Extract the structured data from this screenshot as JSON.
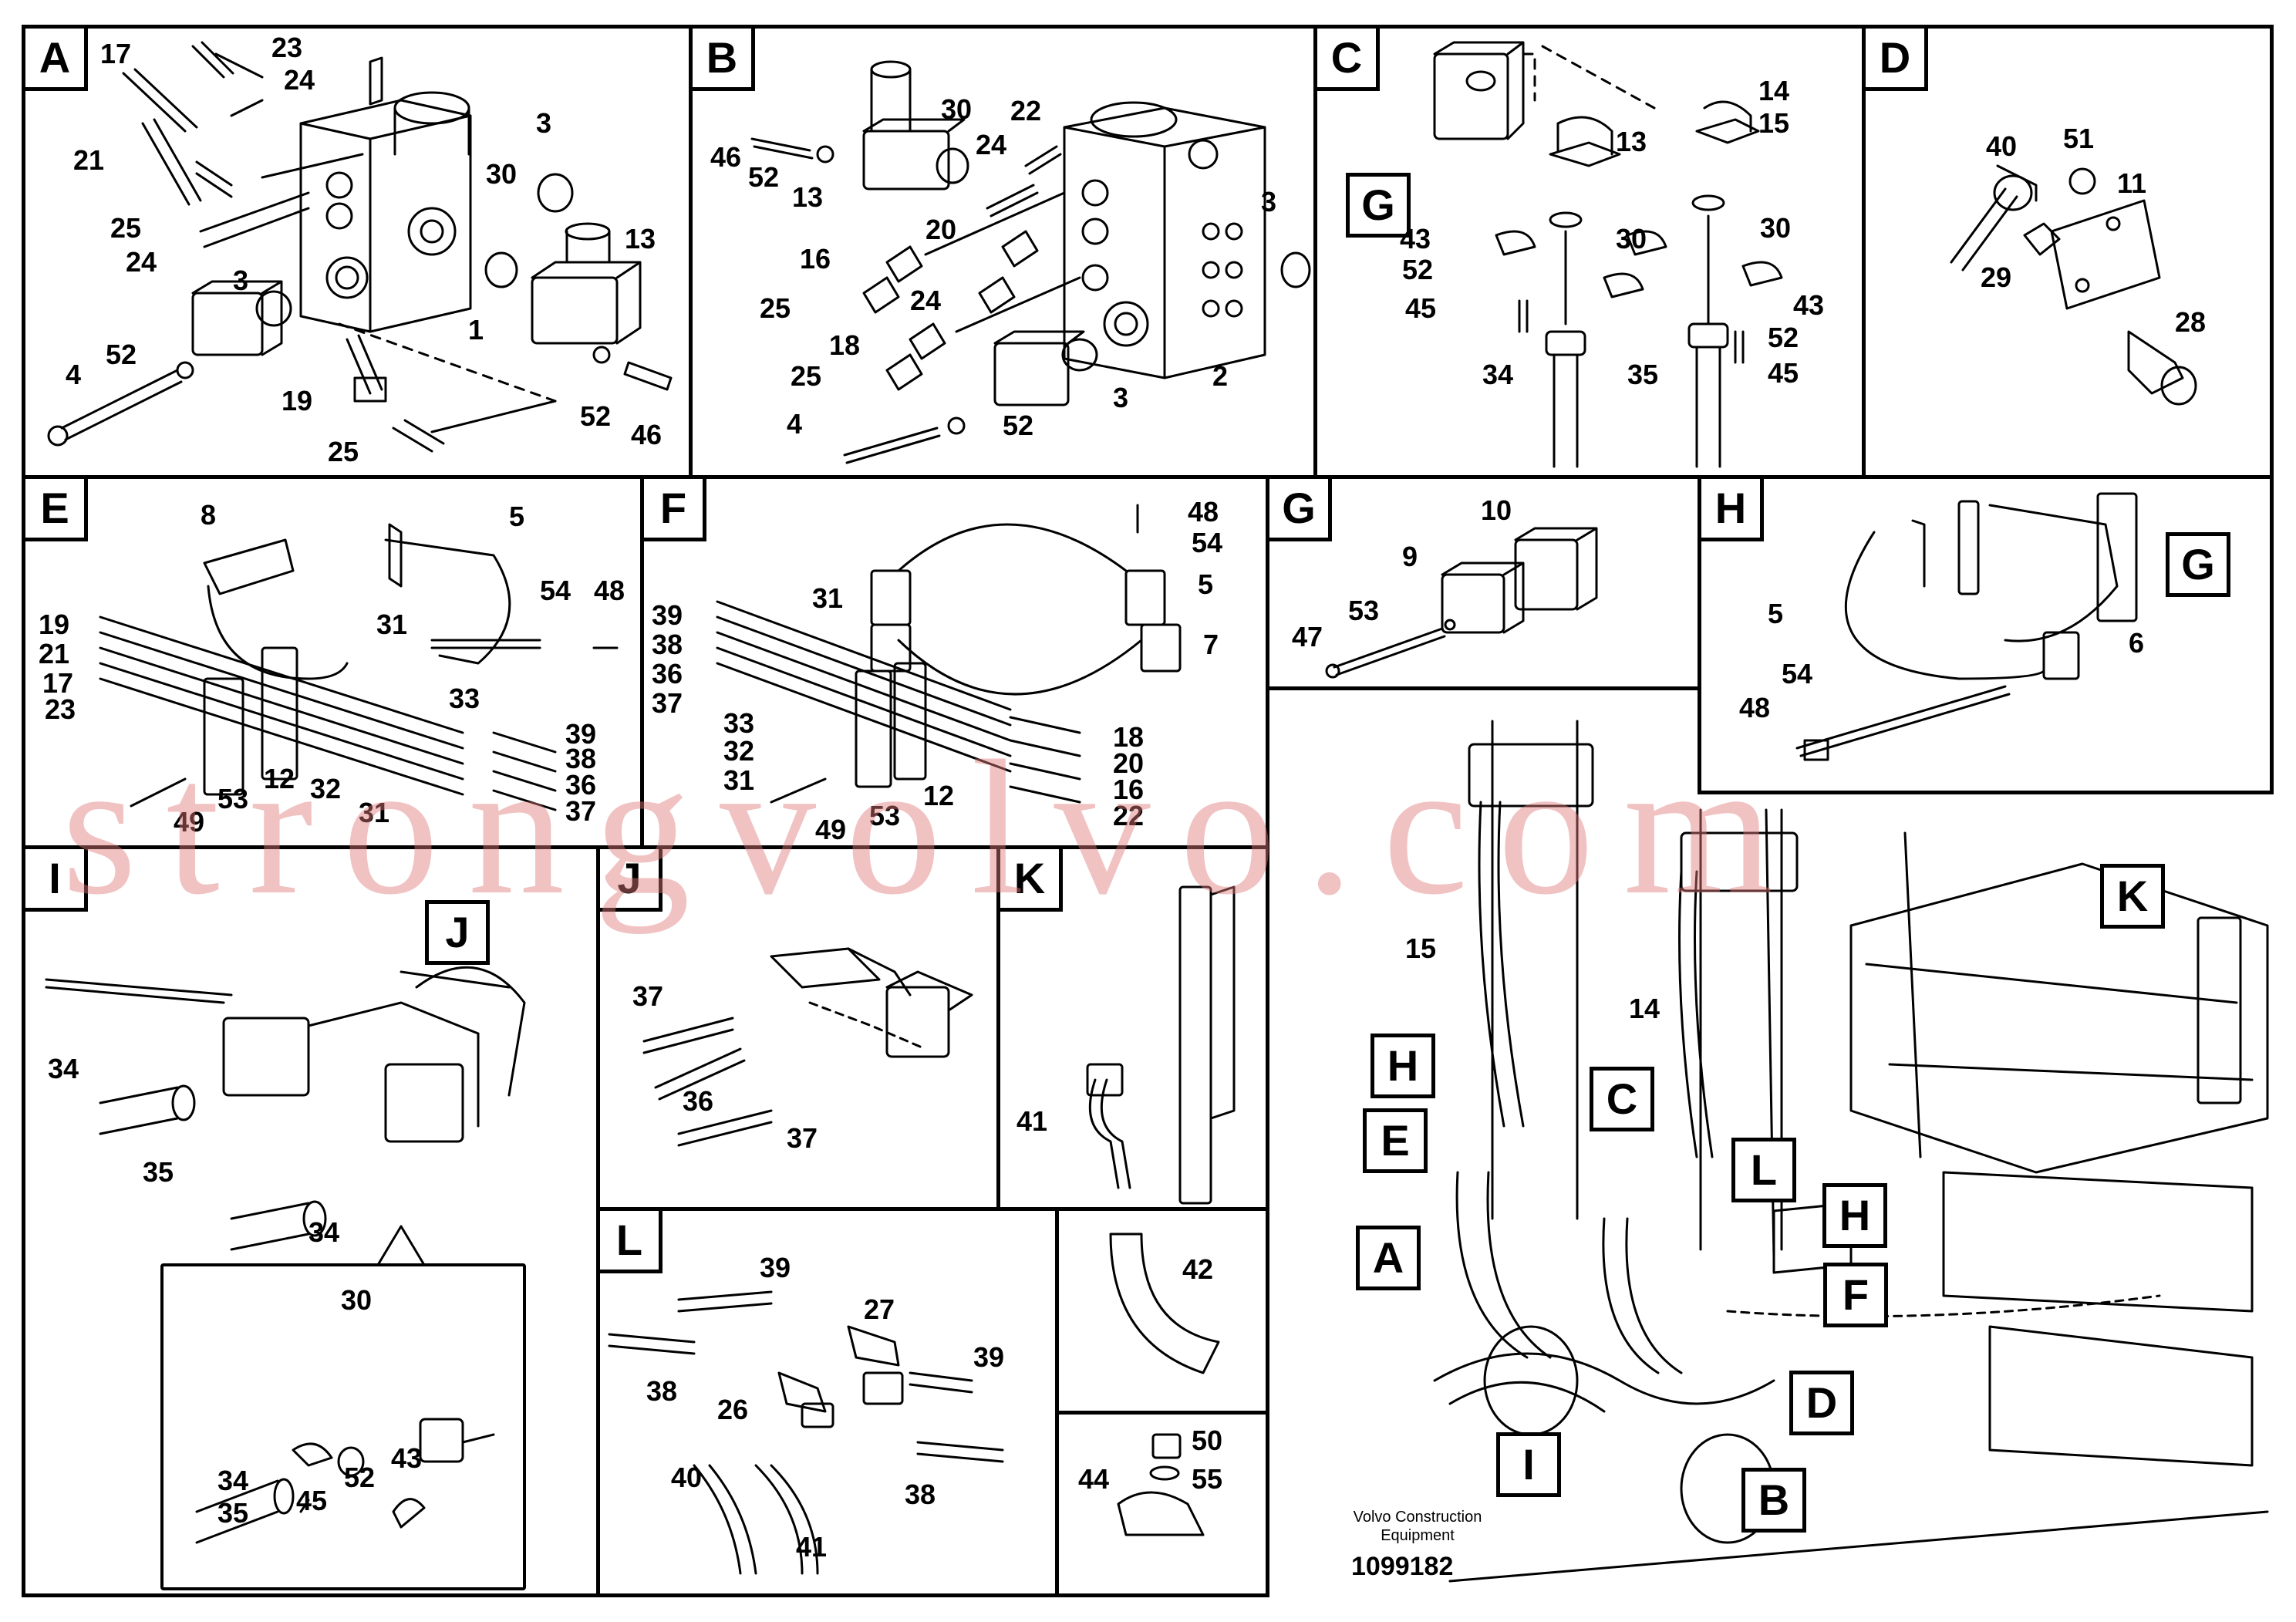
{
  "panels": [
    {
      "id": "A",
      "label": "A"
    },
    {
      "id": "B",
      "label": "B"
    },
    {
      "id": "C",
      "label": "C"
    },
    {
      "id": "D",
      "label": "D"
    },
    {
      "id": "E",
      "label": "E"
    },
    {
      "id": "F",
      "label": "F"
    },
    {
      "id": "G",
      "label": "G"
    },
    {
      "id": "H",
      "label": "H"
    },
    {
      "id": "I",
      "label": "I"
    },
    {
      "id": "J",
      "label": "J"
    },
    {
      "id": "K",
      "label": "K"
    },
    {
      "id": "L",
      "label": "L"
    }
  ],
  "callouts": {
    "c_G": "G",
    "h_G": "G",
    "i_J": "J",
    "ov_H1": "H",
    "ov_C": "C",
    "ov_E": "E",
    "ov_L": "L",
    "ov_H2": "H",
    "ov_A": "A",
    "ov_F": "F",
    "ov_D": "D",
    "ov_I": "I",
    "ov_B": "B",
    "ov_K": "K"
  },
  "part_numbers": {
    "A": [
      "23",
      "17",
      "24",
      "21",
      "3",
      "30",
      "25",
      "13",
      "24",
      "3",
      "1",
      "52",
      "4",
      "19",
      "52",
      "46",
      "25"
    ],
    "B": [
      "30",
      "22",
      "46",
      "24",
      "52",
      "13",
      "3",
      "20",
      "16",
      "25",
      "24",
      "18",
      "25",
      "3",
      "2",
      "4",
      "52"
    ],
    "C": [
      "14",
      "15",
      "13",
      "30",
      "30",
      "43",
      "52",
      "45",
      "43",
      "52",
      "45",
      "34",
      "35"
    ],
    "D": [
      "40",
      "51",
      "11",
      "29",
      "28"
    ],
    "E": [
      "8",
      "5",
      "54",
      "48",
      "19",
      "21",
      "31",
      "17",
      "23",
      "33",
      "39",
      "38",
      "36",
      "37",
      "32",
      "12",
      "53",
      "31",
      "49"
    ],
    "F": [
      "48",
      "54",
      "5",
      "39",
      "31",
      "38",
      "7",
      "36",
      "37",
      "33",
      "18",
      "32",
      "20",
      "31",
      "16",
      "12",
      "22",
      "53",
      "49"
    ],
    "G": [
      "10",
      "9",
      "53",
      "47"
    ],
    "H": [
      "5",
      "6",
      "54",
      "48"
    ],
    "I": [
      "34",
      "35",
      "34",
      "30",
      "34",
      "35",
      "45",
      "52",
      "43"
    ],
    "J": [
      "37",
      "36",
      "37"
    ],
    "K": [
      "41"
    ],
    "L": [
      "39",
      "27",
      "38",
      "26",
      "39",
      "40",
      "41",
      "38"
    ],
    "M42": [
      "42"
    ],
    "M50": [
      "50",
      "55",
      "44"
    ],
    "OV": [
      "15",
      "14"
    ]
  },
  "watermark": "strongvolvo.com",
  "maker": "Volvo Construction Equipment",
  "drawing_number": "1099182"
}
